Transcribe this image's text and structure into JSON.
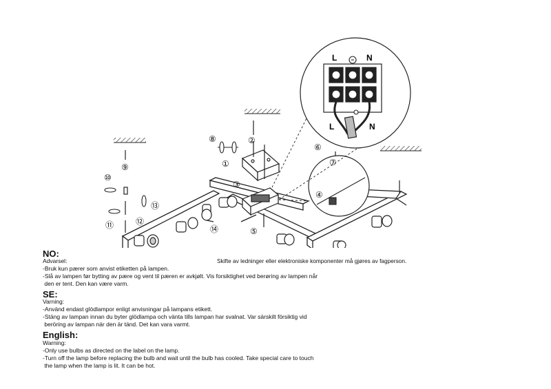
{
  "callouts": [
    "①",
    "②",
    "③",
    "④",
    "⑤",
    "⑥",
    "⑦",
    "⑧",
    "⑨",
    "⑩",
    "⑪",
    "⑫",
    "⑬",
    "⑭"
  ],
  "terminal_labels": {
    "top_left": "L",
    "top_right": "N",
    "bottom_left": "L",
    "bottom_right": "N"
  },
  "note": "Skifte av ledninger eller elektroniske komponenter må gjøres av fagperson.",
  "sections": [
    {
      "heading": "NO:",
      "lines": [
        "Advarsel:",
        "-Bruk kun pærer som anvist etiketten på lampen.",
        "-Slå av lampen før bytting av pære og vent til pæren er avkjølt. Vis forsiktighet ved berøring av lampen når",
        " den er tent. Den kan være varm."
      ]
    },
    {
      "heading": "SE:",
      "lines": [
        "Varning:",
        "-Använd endast glödlampor enligt anvisningar på lampans etikett.",
        "-Stäng av lampan innan du byter glödlampa och vänta tills lampan har svalnat. Var särskilt försiktig vid",
        " beröring av lampan när den är tänd. Det kan vara varmt."
      ]
    },
    {
      "heading": "English:",
      "lines": [
        "Warning:",
        "-Only use bulbs as directed on the label on the lamp.",
        "-Turn off the lamp before replacing the bulb and wait until the bulb has cooled. Take special care to touch",
        " the lamp when the lamp is lit. It can be hot."
      ]
    }
  ]
}
